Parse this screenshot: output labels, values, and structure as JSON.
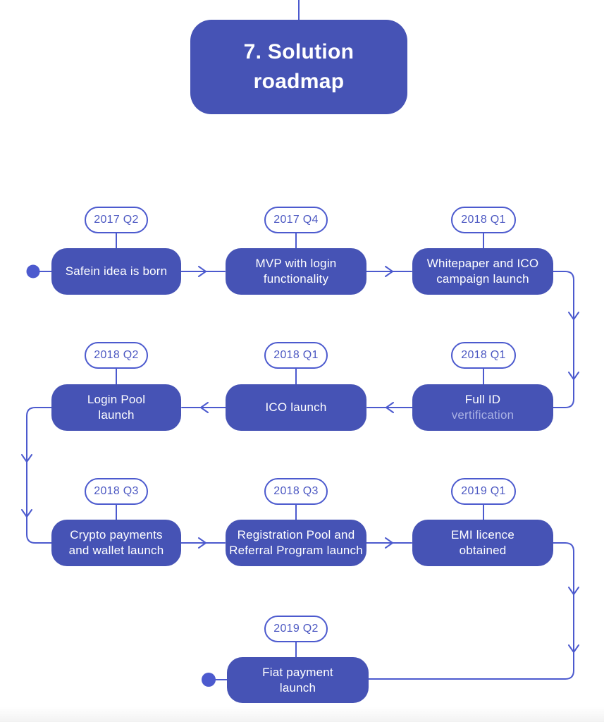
{
  "title": {
    "line1": "7. Solution",
    "line2": "roadmap"
  },
  "colors": {
    "primary": "#4653b5",
    "connector_line": "#4c5ace",
    "badge_text": "#4c58c2",
    "muted_text": "#a9b1e3",
    "background": "#ffffff",
    "box_text": "#ffffff"
  },
  "milestones": [
    {
      "date": "2017 Q2",
      "lines": [
        "Safein idea is born"
      ]
    },
    {
      "date": "2017 Q4",
      "lines": [
        "MVP with login",
        "functionality"
      ]
    },
    {
      "date": "2018 Q1",
      "lines": [
        "Whitepaper and ICO",
        "campaign launch"
      ]
    },
    {
      "date": "2018 Q1",
      "lines": [
        "Full ID"
      ],
      "sublabel": "vertification"
    },
    {
      "date": "2018 Q1",
      "lines": [
        "ICO launch"
      ]
    },
    {
      "date": "2018 Q2",
      "lines": [
        "Login Pool",
        "launch"
      ]
    },
    {
      "date": "2018 Q3",
      "lines": [
        "Crypto payments",
        "and wallet launch"
      ]
    },
    {
      "date": "2018 Q3",
      "lines": [
        "Registration Pool and",
        "Referral Program launch"
      ]
    },
    {
      "date": "2019 Q1",
      "lines": [
        "EMI licence",
        "obtained"
      ]
    },
    {
      "date": "2019 Q2",
      "lines": [
        "Fiat payment",
        "launch"
      ]
    }
  ]
}
